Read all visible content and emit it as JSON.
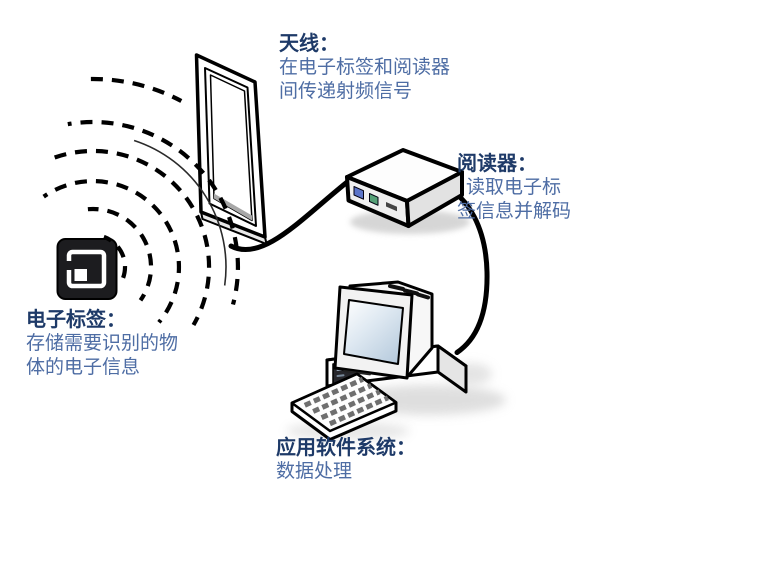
{
  "diagram": {
    "type": "rfid-system-diagram",
    "background": "#ffffff",
    "labels": {
      "antenna": {
        "title": "天线：",
        "lines": [
          "在电子标签和阅读器",
          "间传递射频信号"
        ]
      },
      "reader": {
        "title": "阅读器：",
        "lines": [
          "读取电子标",
          "签信息并解码"
        ]
      },
      "tag": {
        "title": "电子标签：",
        "lines": [
          "存储需要识别的物",
          "体的电子信息"
        ]
      },
      "software": {
        "title": "应用软件系统：",
        "lines": [
          "数据处理"
        ]
      }
    },
    "graphics": {
      "antenna": "antenna-panel",
      "reader": "reader-device-box",
      "tag": "rfid-tag-chip",
      "computer": "desktop-computer-with-keyboard",
      "waves": "dashed-radio-wave-arcs",
      "cables": [
        "antenna-to-reader-cable",
        "reader-to-computer-cable"
      ]
    },
    "colors": {
      "heading": "#1E3A68",
      "body": "#4E6DA4",
      "tag": "#1C1C1F",
      "screen": "#C8DAEA",
      "shadow": "#C9C9C9",
      "port_blue": "#5B74C9",
      "port_green": "#55A077",
      "outline": "#000000"
    }
  }
}
